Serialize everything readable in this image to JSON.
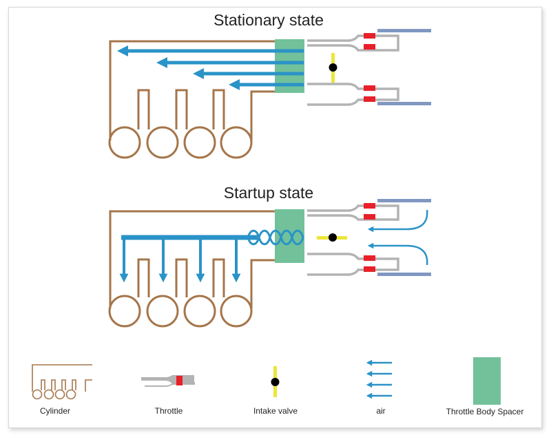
{
  "titles": {
    "stationary": "Stationary state",
    "startup": "Startup state"
  },
  "legend": {
    "cylinder": "Cylinder",
    "throttle": "Throttle",
    "intake_valve": "Intake valve",
    "air": "air",
    "spacer": "Throttle Body Spacer"
  },
  "colors": {
    "manifold": "#a5754a",
    "air": "#2a93c8",
    "spacer": "#72c19a",
    "throttle_tube": "#b3b3b3",
    "throttle_clamp": "#e8202a",
    "valve_plate": "#ece53a",
    "valve_pivot": "#000000",
    "flange": "#7f97c1"
  }
}
